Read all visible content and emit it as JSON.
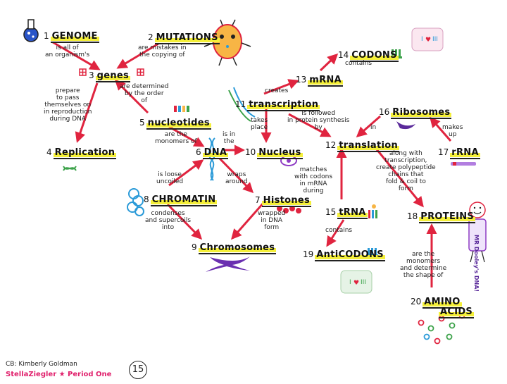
{
  "nodes": {
    "genome": {
      "num": "1",
      "label": "GENOME"
    },
    "mutations": {
      "num": "2",
      "label": "MUTATIONS"
    },
    "genes": {
      "num": "3",
      "label": "genes"
    },
    "replication": {
      "num": "4",
      "label": "Replication"
    },
    "nucleotides": {
      "num": "5",
      "label": "nucleotides"
    },
    "dna": {
      "num": "6",
      "label": "DNA"
    },
    "histones": {
      "num": "7",
      "label": "Histones"
    },
    "chromatin": {
      "num": "8",
      "label": "CHROMATIN"
    },
    "chromosomes": {
      "num": "9",
      "label": "Chromosomes"
    },
    "nucleus": {
      "num": "10",
      "label": "Nucleus"
    },
    "transcription": {
      "num": "11",
      "label": "transcription"
    },
    "translation": {
      "num": "12",
      "label": "translation"
    },
    "mrna": {
      "num": "13",
      "label": "mRNA"
    },
    "codons": {
      "num": "14",
      "label": "CODONS"
    },
    "trna": {
      "num": "15",
      "label": "tRNA"
    },
    "ribosomes": {
      "num": "16",
      "label": "Ribosomes"
    },
    "rrna": {
      "num": "17",
      "label": "rRNA"
    },
    "proteins": {
      "num": "18",
      "label": "PROTEINS"
    },
    "anticodons": {
      "num": "19",
      "label": "AntiCODONS"
    },
    "amino_acids": {
      "num": "20",
      "label": "AMINO",
      "label2": "ACIDS"
    }
  },
  "links": {
    "genome_desc": "is all of\nan organism's",
    "mutations_desc": "are mistakes in\nthe copying of",
    "genes_prepare": "prepare\nto pass\nthemselves on\nin reproduction\nduring DNA",
    "genes_determined": "are determined\nby the order\nof",
    "nucleotides_monomers": "are the\nmonomers of",
    "dna_is_in": "is in\nthe",
    "dna_loose": "is loose\nuncoiled",
    "dna_wraps": "wraps\naround",
    "chromatin_condenses": "condenses\nand supercoils\ninto",
    "histones_wrapped": "wrapped\nin DNA\nform",
    "transcription_creates": "creates",
    "transcription_place": "takes\nplace",
    "transcription_followed": "is followed\nin protein synthesis\nby",
    "mrna_contains": "contains",
    "ribosomes_in": "in",
    "rrna_makes": "makes\nup",
    "translation_along": "along with\ntranscription,\ncreate polypeptide\nchains that\nfold & coil to\nform",
    "trna_matches": "matches\nwith codons\nin mRNA\nduring",
    "trna_contains": "contains",
    "amino_monomers": "are the\nmonomers\nand determine\nthe shape of"
  },
  "footer": {
    "credits": "CB: Kimberly Goldman",
    "author": "StellaZiegler ★ Period One",
    "score": "15"
  },
  "side_text": "MR Dooley's DNA!",
  "colors": {
    "arrow": "#e0243f",
    "highlight": "#f5f03a",
    "author": "#e01f6b"
  }
}
